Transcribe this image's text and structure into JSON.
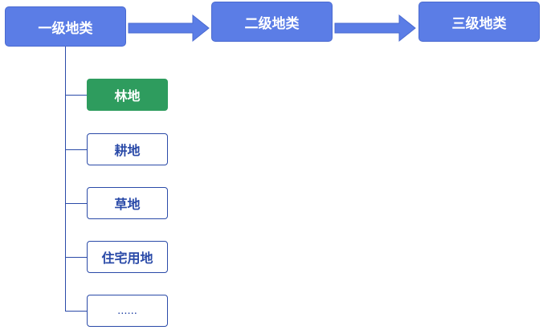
{
  "levels": {
    "level1": "一级地类",
    "level2": "二级地类",
    "level3": "三级地类"
  },
  "subcategories": [
    {
      "label": "林地",
      "active": true
    },
    {
      "label": "耕地",
      "active": false
    },
    {
      "label": "草地",
      "active": false
    },
    {
      "label": "住宅用地",
      "active": false
    },
    {
      "label": "......",
      "active": false
    }
  ],
  "colors": {
    "level_box": "#5b7de6",
    "active_fill": "#2e9c5e",
    "outline": "#2a4aa8"
  }
}
